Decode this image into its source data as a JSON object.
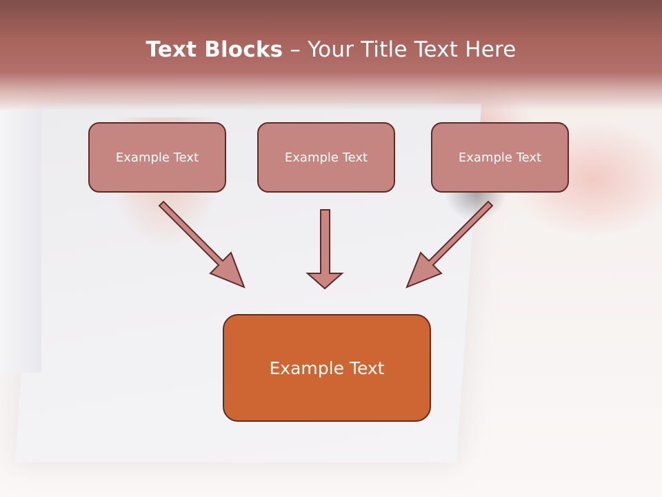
{
  "title": {
    "bold": "Text Blocks",
    "separator": " – ",
    "regular": "Your Title Text Here"
  },
  "blocks": [
    {
      "label": "Example Text"
    },
    {
      "label": "Example Text"
    },
    {
      "label": "Example Text"
    }
  ],
  "target": {
    "label": "Example Text"
  },
  "colors": {
    "header": "#a7635c",
    "small_box_fill": "#c58580",
    "big_box_fill": "#cd6633",
    "border": "#5e2a25",
    "arrow_fill": "#c98783"
  }
}
